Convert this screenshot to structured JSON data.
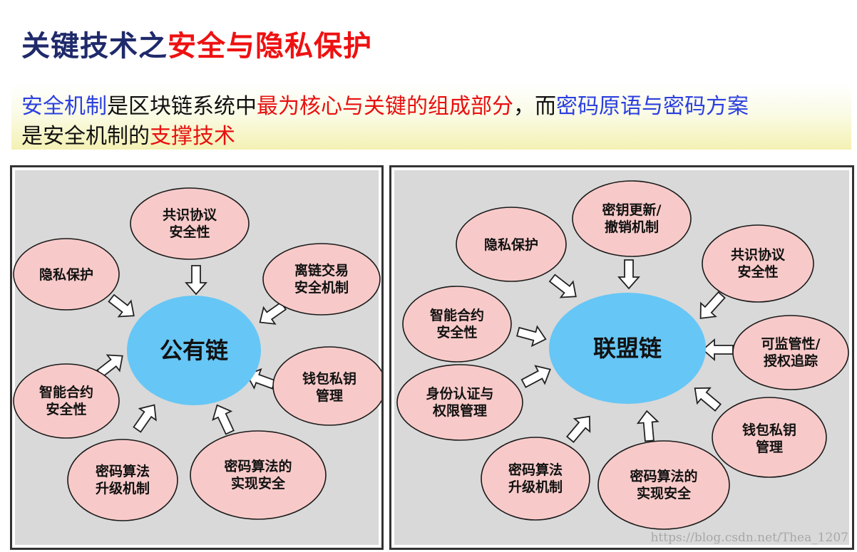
{
  "title": {
    "part1": "关键技术之",
    "part2": "安全与隐私保护"
  },
  "banner": {
    "line1": [
      {
        "text": "安全机制",
        "color": "#2b3fe0"
      },
      {
        "text": "是区块链系统中",
        "color": "#111111"
      },
      {
        "text": "最为核心与关键的组成部分",
        "color": "#e81010"
      },
      {
        "text": "，而",
        "color": "#111111"
      },
      {
        "text": "密码原语与密码方案",
        "color": "#2b3fe0"
      }
    ],
    "line2": [
      {
        "text": "是安全机制的",
        "color": "#111111"
      },
      {
        "text": "支撑技术",
        "color": "#e81010"
      }
    ]
  },
  "public_chain": {
    "center": "公有链",
    "nodes": [
      {
        "id": "consensus",
        "lines": [
          "共识协议",
          "安全性"
        ]
      },
      {
        "id": "privacy",
        "lines": [
          "隐私保护"
        ]
      },
      {
        "id": "offchain",
        "lines": [
          "离链交易",
          "安全机制"
        ]
      },
      {
        "id": "smart-contract",
        "lines": [
          "智能合约",
          "安全性"
        ]
      },
      {
        "id": "wallet",
        "lines": [
          "钱包私钥",
          "管理"
        ]
      },
      {
        "id": "crypto-upgrade",
        "lines": [
          "密码算法",
          "升级机制"
        ]
      },
      {
        "id": "crypto-impl",
        "lines": [
          "密码算法的",
          "实现安全"
        ]
      }
    ]
  },
  "consortium_chain": {
    "center": "联盟链",
    "nodes": [
      {
        "id": "key-update",
        "lines": [
          "密钥更新/",
          "撤销机制"
        ]
      },
      {
        "id": "privacy",
        "lines": [
          "隐私保护"
        ]
      },
      {
        "id": "consensus",
        "lines": [
          "共识协议",
          "安全性"
        ]
      },
      {
        "id": "smart-contract",
        "lines": [
          "智能合约",
          "安全性"
        ]
      },
      {
        "id": "supervision",
        "lines": [
          "可监管性/",
          "授权追踪"
        ]
      },
      {
        "id": "identity",
        "lines": [
          "身份认证与",
          "权限管理"
        ]
      },
      {
        "id": "wallet",
        "lines": [
          "钱包私钥",
          "管理"
        ]
      },
      {
        "id": "crypto-upgrade",
        "lines": [
          "密码算法",
          "升级机制"
        ]
      },
      {
        "id": "crypto-impl",
        "lines": [
          "密码算法的",
          "实现安全"
        ]
      }
    ]
  },
  "watermark": "https://blog.csdn.net/Thea_1207",
  "colors": {
    "node_fill": "#f7cac9",
    "center_fill": "#66c6f6",
    "title_dark": "#1f2a6b",
    "title_red": "#ee1111",
    "panel_bg": "#d9d9d9"
  }
}
